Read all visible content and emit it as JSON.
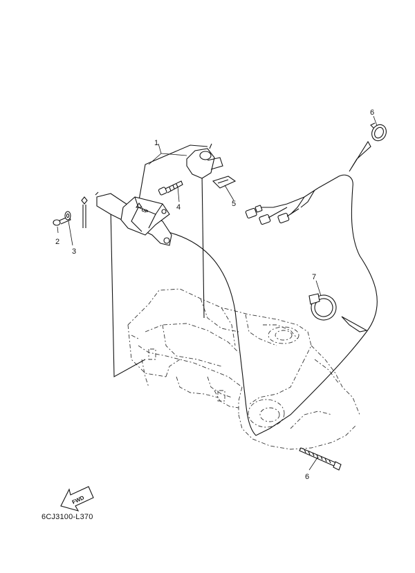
{
  "callouts": {
    "c1": "1",
    "c2": "2",
    "c3": "3",
    "c4": "4",
    "c5": "5",
    "c6a": "6",
    "c6b": "6",
    "c7": "7"
  },
  "markings": {
    "up_label": "UP",
    "fwd_label": "FWD"
  },
  "caption": "6CJ3100-L370"
}
